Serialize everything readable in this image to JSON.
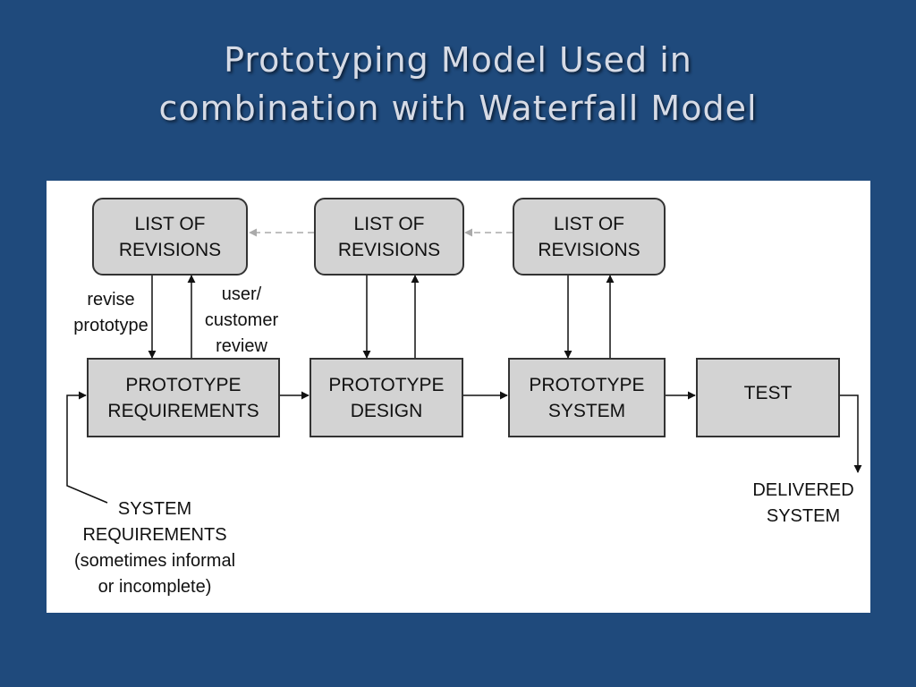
{
  "title": {
    "line1": "Prototyping Model Used in",
    "line2": "combination with Waterfall Model"
  },
  "diagram": {
    "revisions": [
      {
        "line1": "LIST OF",
        "line2": "REVISIONS"
      },
      {
        "line1": "LIST OF",
        "line2": "REVISIONS"
      },
      {
        "line1": "LIST OF",
        "line2": "REVISIONS"
      }
    ],
    "stages": [
      {
        "line1": "PROTOTYPE",
        "line2": "REQUIREMENTS"
      },
      {
        "line1": "PROTOTYPE",
        "line2": "DESIGN"
      },
      {
        "line1": "PROTOTYPE",
        "line2": "SYSTEM"
      },
      {
        "line1": "TEST"
      }
    ],
    "labels": {
      "revise": [
        "revise",
        "prototype"
      ],
      "review": [
        "user/",
        "customer",
        "review"
      ],
      "system_requirements": [
        "SYSTEM",
        "REQUIREMENTS",
        "(sometimes informal",
        "or incomplete)"
      ],
      "delivered": [
        "DELIVERED",
        "SYSTEM"
      ]
    }
  }
}
